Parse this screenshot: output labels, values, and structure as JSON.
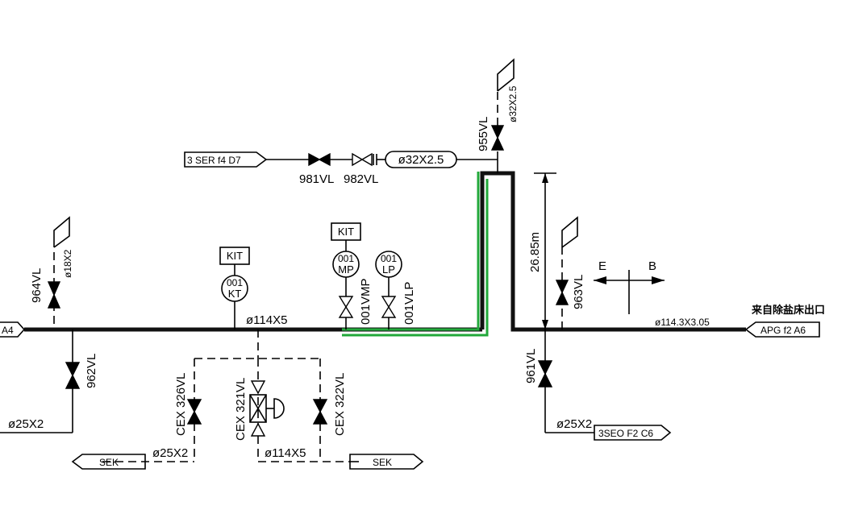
{
  "connectors": {
    "left_a4": "A4",
    "ser_ref": "3 SER  f4  D7",
    "apg_ref": "APG  f2  A6",
    "seo_ref": "3SEO F2 C6",
    "sek_left": "SEK",
    "sek_right": "SEK",
    "outlet_cn": "来自除盐床出口"
  },
  "pipes": {
    "main": "ø114X5",
    "right_main": "ø114.3X3.05",
    "branch_32": "ø32X2.5",
    "vent_32": "ø32X2.5",
    "vent_18": "ø18X2",
    "drain_left": "ø25X2",
    "drain_sek": "ø25X2",
    "bypass_114": "ø114X5",
    "drain_961": "ø25X2"
  },
  "valves": {
    "v981": "981VL",
    "v982": "982VL",
    "v955": "955VL",
    "v964": "964VL",
    "v962": "962VL",
    "v963": "963VL",
    "v961": "961VL",
    "v001vmp": "001VMP",
    "v001vlp": "001VLP",
    "cex326": "CEX 326VL",
    "cex321": "CEX 321VL",
    "cex322": "CEX 322VL"
  },
  "instruments": {
    "kit_kt_box": "KIT",
    "kt_num": "001",
    "kt_code": "KT",
    "kit_mp_box": "KIT",
    "mp_num": "001",
    "mp_code": "MP",
    "lp_num": "001",
    "lp_code": "LP"
  },
  "dimension": "26.85m",
  "axis": {
    "e": "E",
    "b": "B"
  },
  "colors": {
    "pipe": "#111111",
    "highlight": "#22a83a"
  }
}
